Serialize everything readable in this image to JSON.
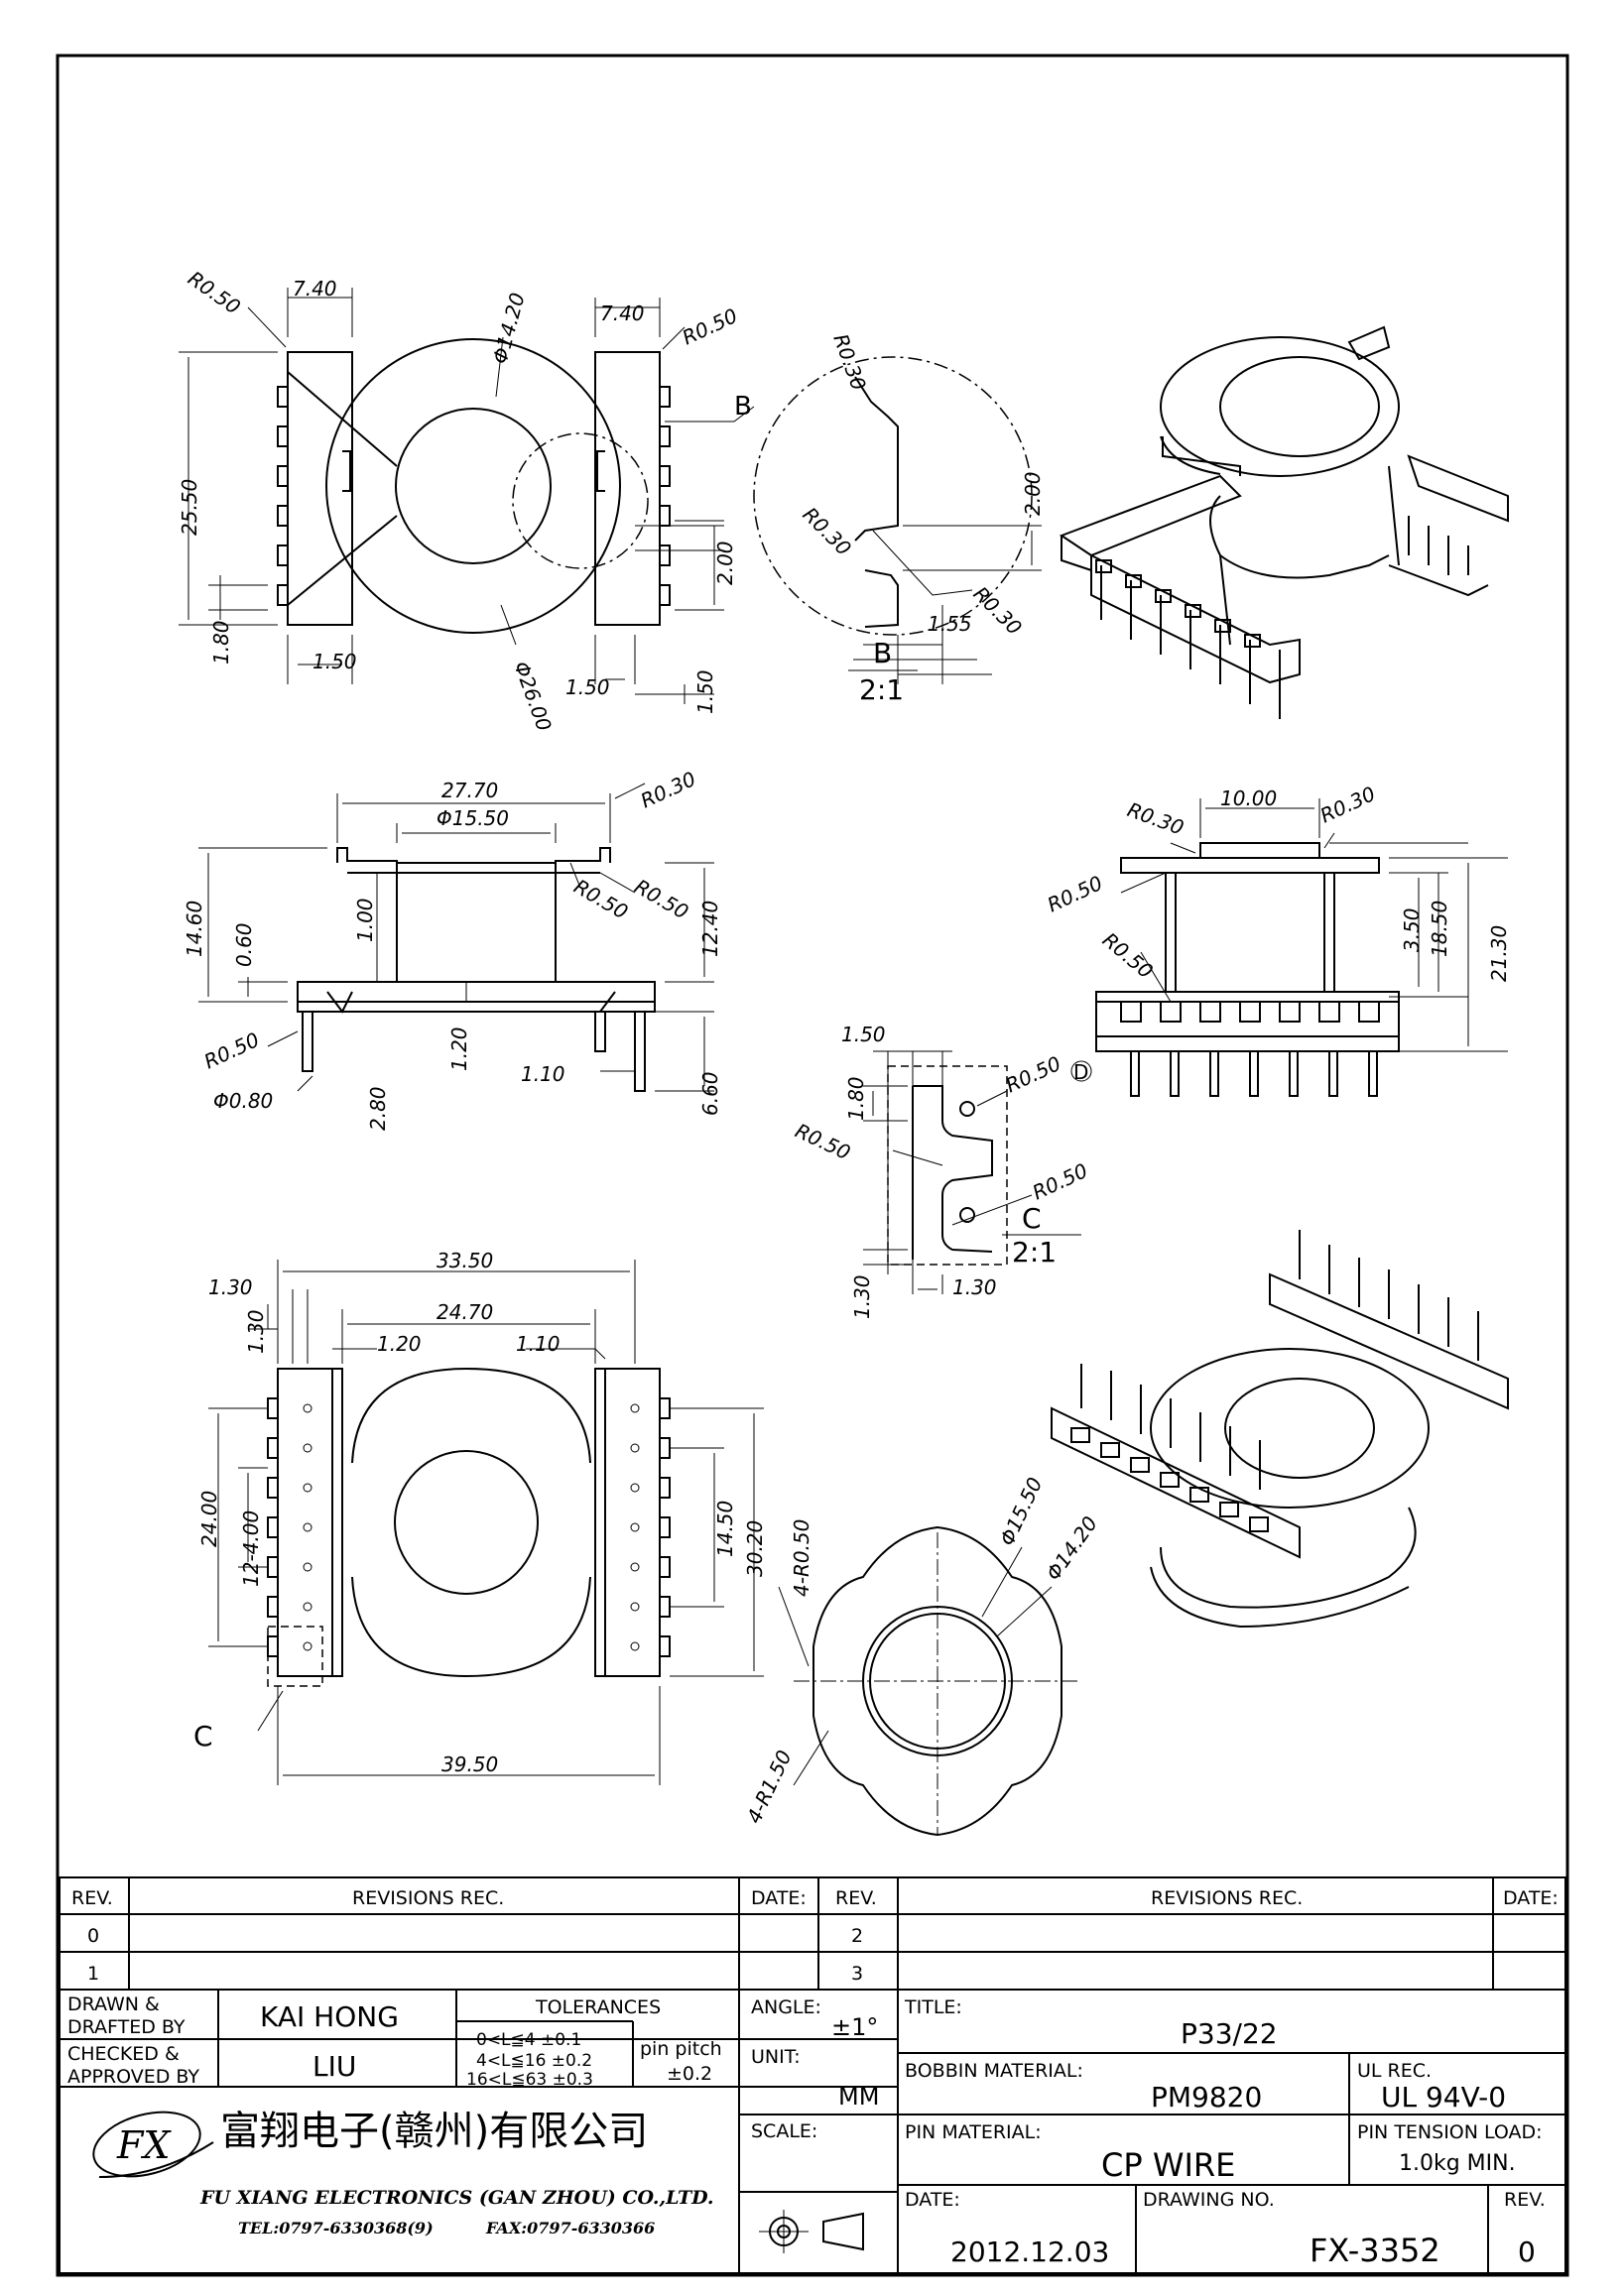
{
  "dims": {
    "top": [
      "R0.50",
      "7.40",
      "Φ14.20",
      "7.40",
      "R0.50",
      "25.50",
      "2.00",
      "1.80",
      "1.50",
      "Φ26.00",
      "1.50",
      "1.50"
    ],
    "detail_b": [
      "R0.30",
      "2.00",
      "R0.30",
      "R0.30",
      "1.55"
    ],
    "front": [
      "27.70",
      "Φ15.50",
      "R0.30",
      "R0.50",
      "R0.50",
      "12.40",
      "14.60",
      "0.60",
      "1.00",
      "1.20",
      "R0.50",
      "Φ0.80",
      "2.80",
      "1.10",
      "6.60"
    ],
    "side": [
      "10.00",
      "R0.30",
      "R0.30",
      "R0.50",
      "R0.50",
      "3.50",
      "18.50",
      "21.30"
    ],
    "detail_c": [
      "1.50",
      "1.80",
      "R0.50",
      "R0.50",
      "R0.50",
      "1.30",
      "1.30"
    ],
    "bottom": [
      "33.50",
      "1.30",
      "1.30",
      "24.70",
      "1.20",
      "1.10",
      "24.00",
      "12-4.00",
      "14.50",
      "30.20",
      "4-R0.50",
      "39.50"
    ],
    "round": [
      "Φ15.50",
      "Φ14.20",
      "4-R1.50"
    ]
  },
  "labels": {
    "b": "B",
    "c": "C",
    "d": "D",
    "scale_b": "2:1",
    "scale_c": "2:1",
    "c2": "C"
  },
  "title_block": {
    "rev_hdr": "REV.",
    "revisions_hdr": "REVISIONS  REC.",
    "date_hdr": "DATE:",
    "rev0": "0",
    "rev1": "1",
    "rev2": "2",
    "rev3": "3",
    "drawn_l1": "DRAWN &",
    "drawn_l2": "DRAFTED BY",
    "drawn_by": "KAI HONG",
    "checked_l1": "CHECKED &",
    "checked_l2": "APPROVED BY",
    "checked_by": "LIU",
    "tol_hdr": "TOLERANCES",
    "tol1": "0<L≦4   ±0.1",
    "tol2": "4<L≦16  ±0.2",
    "tol3": "16<L≦63 ±0.3",
    "pin_pitch": "pin pitch",
    "pin_pitch_tol": "±0.2",
    "angle_l": "ANGLE:",
    "angle_v": "±1°",
    "unit_l": "UNIT:",
    "unit_v": "MM",
    "scale_l": "SCALE:",
    "title_l": "TITLE:",
    "title_v": "P33/22",
    "bobbin_l": "BOBBIN MATERIAL:",
    "bobbin_v": "PM9820",
    "ul_l": "UL REC.",
    "ul_v": "UL 94V-0",
    "pinmat_l": "PIN MATERIAL:",
    "pinmat_v": "CP WIRE",
    "tension_l": "PIN TENSION LOAD:",
    "tension_v": "1.0kg MIN.",
    "date_l": "DATE:",
    "date_v": "2012.12.03",
    "dwg_l": "DRAWING NO.",
    "dwg_v": "FX-3352",
    "rev_l": "REV.",
    "rev_v": "0"
  },
  "company": {
    "logo": "FX",
    "cn": "富翔电子(赣州)有限公司",
    "en": "FU XIANG ELECTRONICS (GAN ZHOU) CO.,LTD.",
    "tel": "TEL:0797-6330368(9)",
    "fax": "FAX:0797-6330366"
  }
}
